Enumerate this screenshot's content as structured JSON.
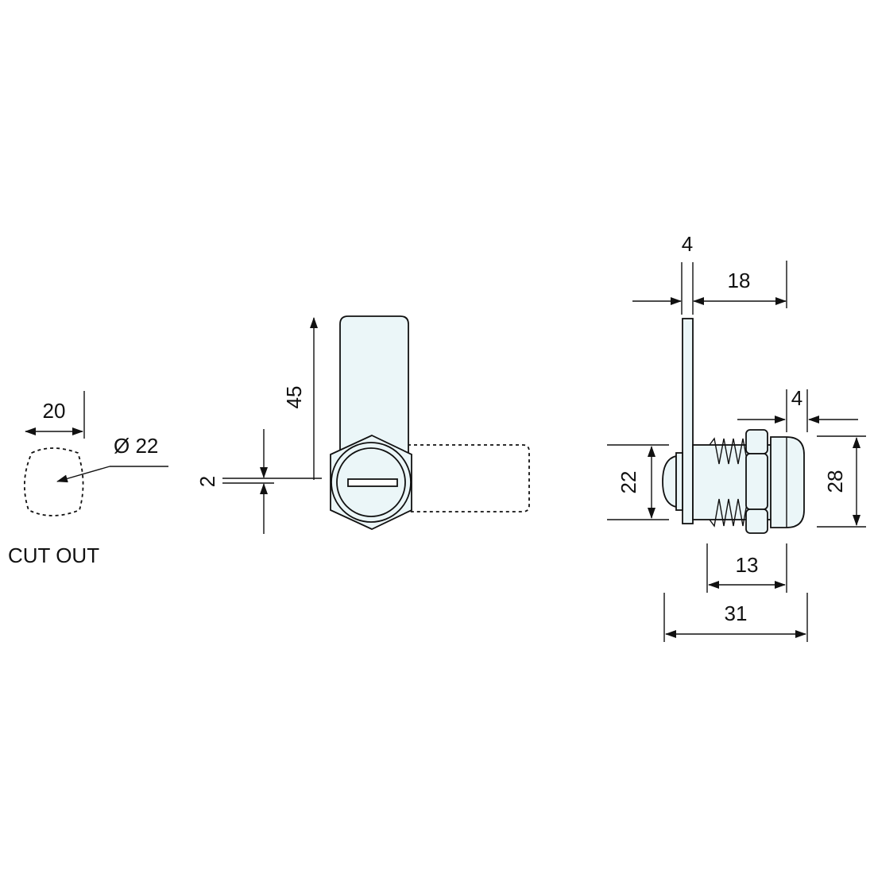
{
  "cut_out": {
    "title": "CUT OUT",
    "width_dim": "20",
    "diameter_dim": "Ø 22"
  },
  "front_view": {
    "cam_length_dim": "45",
    "cam_thickness_dim": "2"
  },
  "side_view": {
    "cam_thickness_dim": "4",
    "body_length_dim": "18",
    "nut_thickness_dim": "4",
    "thread_dia_dim": "22",
    "head_dia_dim": "28",
    "thread_length_dim": "13",
    "overall_length_dim": "31"
  },
  "colors": {
    "line": "#111111",
    "body_fill": "#ebf6f8",
    "background": "#ffffff"
  }
}
